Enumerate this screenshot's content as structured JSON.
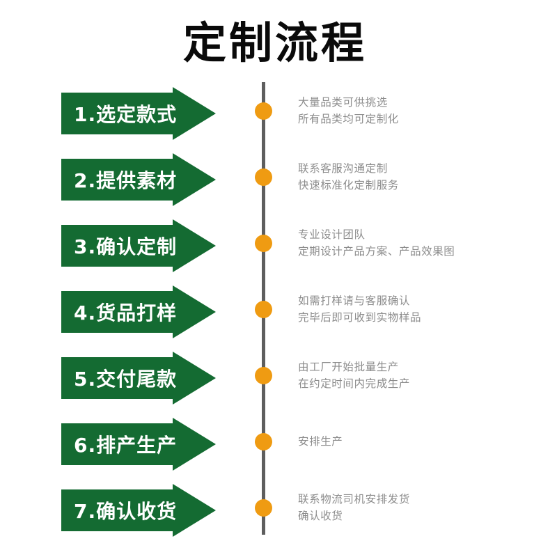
{
  "title": "定制流程",
  "colors": {
    "arrow_green": "#146b32",
    "dot_orange": "#ef9b12",
    "timeline_gray": "#5e5e5e",
    "description_gray": "#8c8c8c",
    "title_black": "#0a0a0a",
    "background": "#ffffff"
  },
  "steps": [
    {
      "label": "1.选定款式",
      "lines": [
        "大量品类可供挑选",
        "所有品类均可定制化"
      ]
    },
    {
      "label": "2.提供素材",
      "lines": [
        "联系客服沟通定制",
        "快速标准化定制服务"
      ]
    },
    {
      "label": "3.确认定制",
      "lines": [
        "专业设计团队",
        "定期设计产品方案、产品效果图"
      ]
    },
    {
      "label": "4.货品打样",
      "lines": [
        "如需打样请与客服确认",
        "完毕后即可收到实物样品"
      ]
    },
    {
      "label": "5.交付尾款",
      "lines": [
        "由工厂开始批量生产",
        "在约定时间内完成生产"
      ]
    },
    {
      "label": "6.排产生产",
      "lines": [
        "安排生产"
      ]
    },
    {
      "label": "7.确认收货",
      "lines": [
        "联系物流司机安排发货",
        "确认收货"
      ]
    }
  ]
}
